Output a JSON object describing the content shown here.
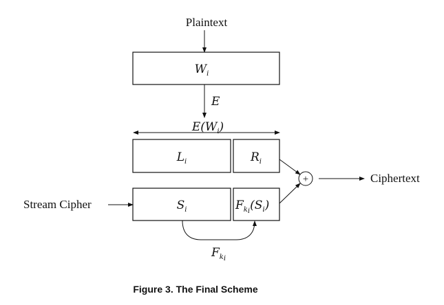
{
  "diagram": {
    "nodes": {
      "plaintext": {
        "label": "Plaintext"
      },
      "w_box": {
        "label": "W",
        "sub": "i"
      },
      "e_label": {
        "label": "E"
      },
      "ew_label": {
        "pre": "E(",
        "var": "W",
        "sub": "i",
        "post": ")"
      },
      "l_box": {
        "label": "L",
        "sub": "i"
      },
      "r_box": {
        "label": "R",
        "sub": "i"
      },
      "s_box": {
        "label": "S",
        "sub": "i"
      },
      "f_box": {
        "label": "F",
        "sub": "k",
        "subsub": "i",
        "arg_pre": "(",
        "arg": "S",
        "arg_sub": "i",
        "arg_post": ")"
      },
      "xor": {
        "label": "+"
      },
      "ciphertext": {
        "label": "Ciphertext"
      },
      "stream_cipher": {
        "label": "Stream Cipher"
      },
      "fk_label": {
        "label": "F",
        "sub": "k",
        "subsub": "i"
      }
    },
    "edges": [
      {
        "from": "plaintext",
        "to": "w_box"
      },
      {
        "from": "w_box",
        "to": "ew_label",
        "label": "E"
      },
      {
        "from": "r_box",
        "to": "xor"
      },
      {
        "from": "f_box",
        "to": "xor"
      },
      {
        "from": "xor",
        "to": "ciphertext"
      },
      {
        "from": "stream_cipher",
        "to": "s_box"
      },
      {
        "from": "s_box",
        "to": "f_box",
        "label": "F_{k_i}"
      }
    ],
    "span_label": "E(W_i) spans L_i and R_i"
  },
  "caption": "Figure 3. The Final Scheme"
}
